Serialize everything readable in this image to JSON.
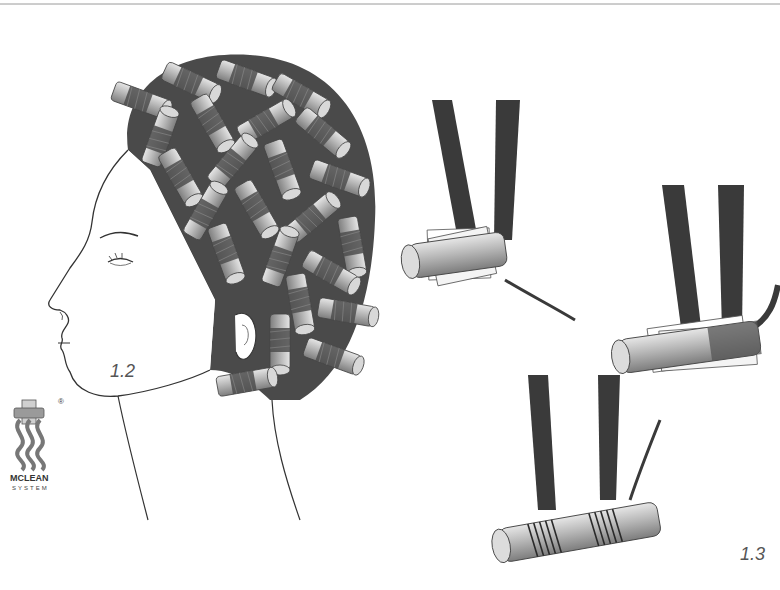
{
  "diagram": {
    "labels": [
      "®",
      "MCLEAN",
      "SYSTEM",
      "1.2",
      "1.3"
    ]
  }
}
